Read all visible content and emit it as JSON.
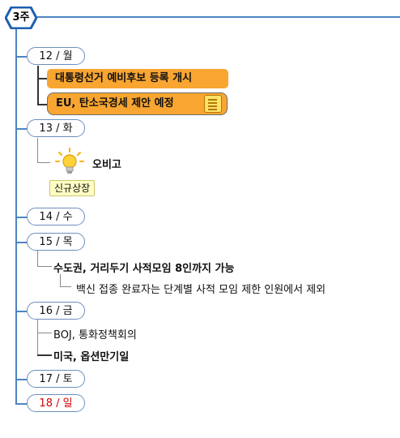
{
  "root": {
    "label": "3주"
  },
  "days": {
    "mon": {
      "label": "12 / 월"
    },
    "tue": {
      "label": "13 / 화"
    },
    "wed": {
      "label": "14 / 수"
    },
    "thu": {
      "label": "15 / 목"
    },
    "fri": {
      "label": "16 / 금"
    },
    "sat": {
      "label": "17 / 토"
    },
    "sun": {
      "label": "18 / 일"
    }
  },
  "items": {
    "mon_1": "대통령선거 예비후보 등록 개시",
    "mon_2": "EU, 탄소국경세 제안 예정",
    "tue_1": "오비고",
    "tue_tag": "신규상장",
    "thu_1": "수도권, 거리두기 사적모임 8인까지 가능",
    "thu_1_sub": "백신 접종 완료자는 단계별 사적 모임 제한 인원에서 제외",
    "fri_1": "BOJ, 통화정책회의",
    "fri_2": "미국, 옵션만기일"
  },
  "colors": {
    "accent_blue": "#1e5fb0",
    "highlight_orange": "#f8a531",
    "sunday_red": "#d60000",
    "tag_yellow": "#ffffc4"
  },
  "icons": {
    "memo": "memo-icon",
    "idea": "lightbulb-icon"
  }
}
